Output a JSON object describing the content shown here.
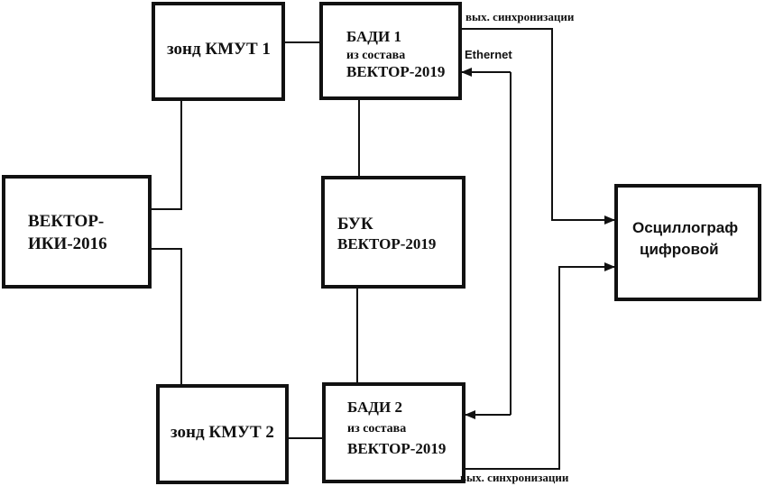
{
  "blocks": {
    "probe1": {
      "label": "зонд КМУТ 1"
    },
    "badi1": {
      "line1": "БАДИ 1",
      "line2": "из состава",
      "line3": "ВЕКТОР-2019"
    },
    "vector_iki": {
      "line1": "ВЕКТОР-",
      "line2": "ИКИ-2016"
    },
    "buk": {
      "line1": "БУК",
      "line2": "ВЕКТОР-2019"
    },
    "oscilloscope": {
      "line1": "Осциллограф",
      "line2": "цифровой"
    },
    "probe2": {
      "label": "зонд КМУТ 2"
    },
    "badi2": {
      "line1": "БАДИ 2",
      "line2": "из состава",
      "line3": "ВЕКТОР-2019"
    }
  },
  "edge_labels": {
    "sync_out_top": "вых. синхронизации",
    "ethernet": "Ethernet",
    "sync_out_bottom": "вых. синхронизации"
  },
  "colors": {
    "ink": "#111111",
    "background": "#ffffff"
  }
}
